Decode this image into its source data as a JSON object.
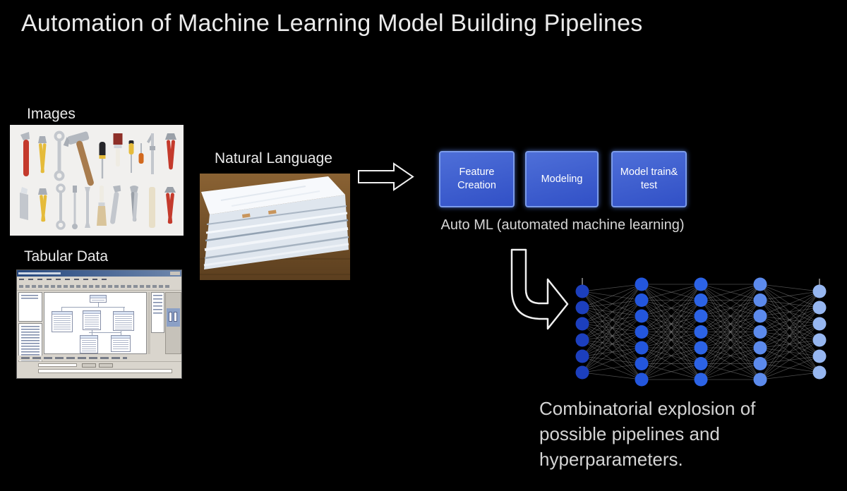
{
  "slide": {
    "title": "Automation of Machine Learning Model Building Pipelines"
  },
  "sources": {
    "images_label": "Images",
    "tabular_label": "Tabular Data",
    "natural_language_label": "Natural Language"
  },
  "pipeline": {
    "boxes": [
      {
        "label": "Feature Creation"
      },
      {
        "label": "Modeling"
      },
      {
        "label": "Model train& test"
      }
    ],
    "caption": "Auto ML (automated machine learning)",
    "box_fill_top": "#4e6fd8",
    "box_fill_bottom": "#3150c6",
    "box_border": "#7b9bea"
  },
  "network": {
    "layers": [
      6,
      7,
      7,
      7,
      6
    ],
    "layer_colors": [
      "#1c3fbe",
      "#2356dd",
      "#2c63e6",
      "#5c8aec",
      "#96b6f0"
    ],
    "edge_color": "#8f8f8f"
  },
  "outcome": {
    "text": "Combinatorial explosion of\npossible pipelines and\nhyperparameters."
  },
  "colors": {
    "background": "#000000",
    "title_text": "#ebebeb",
    "body_text": "#d6d6d6"
  }
}
